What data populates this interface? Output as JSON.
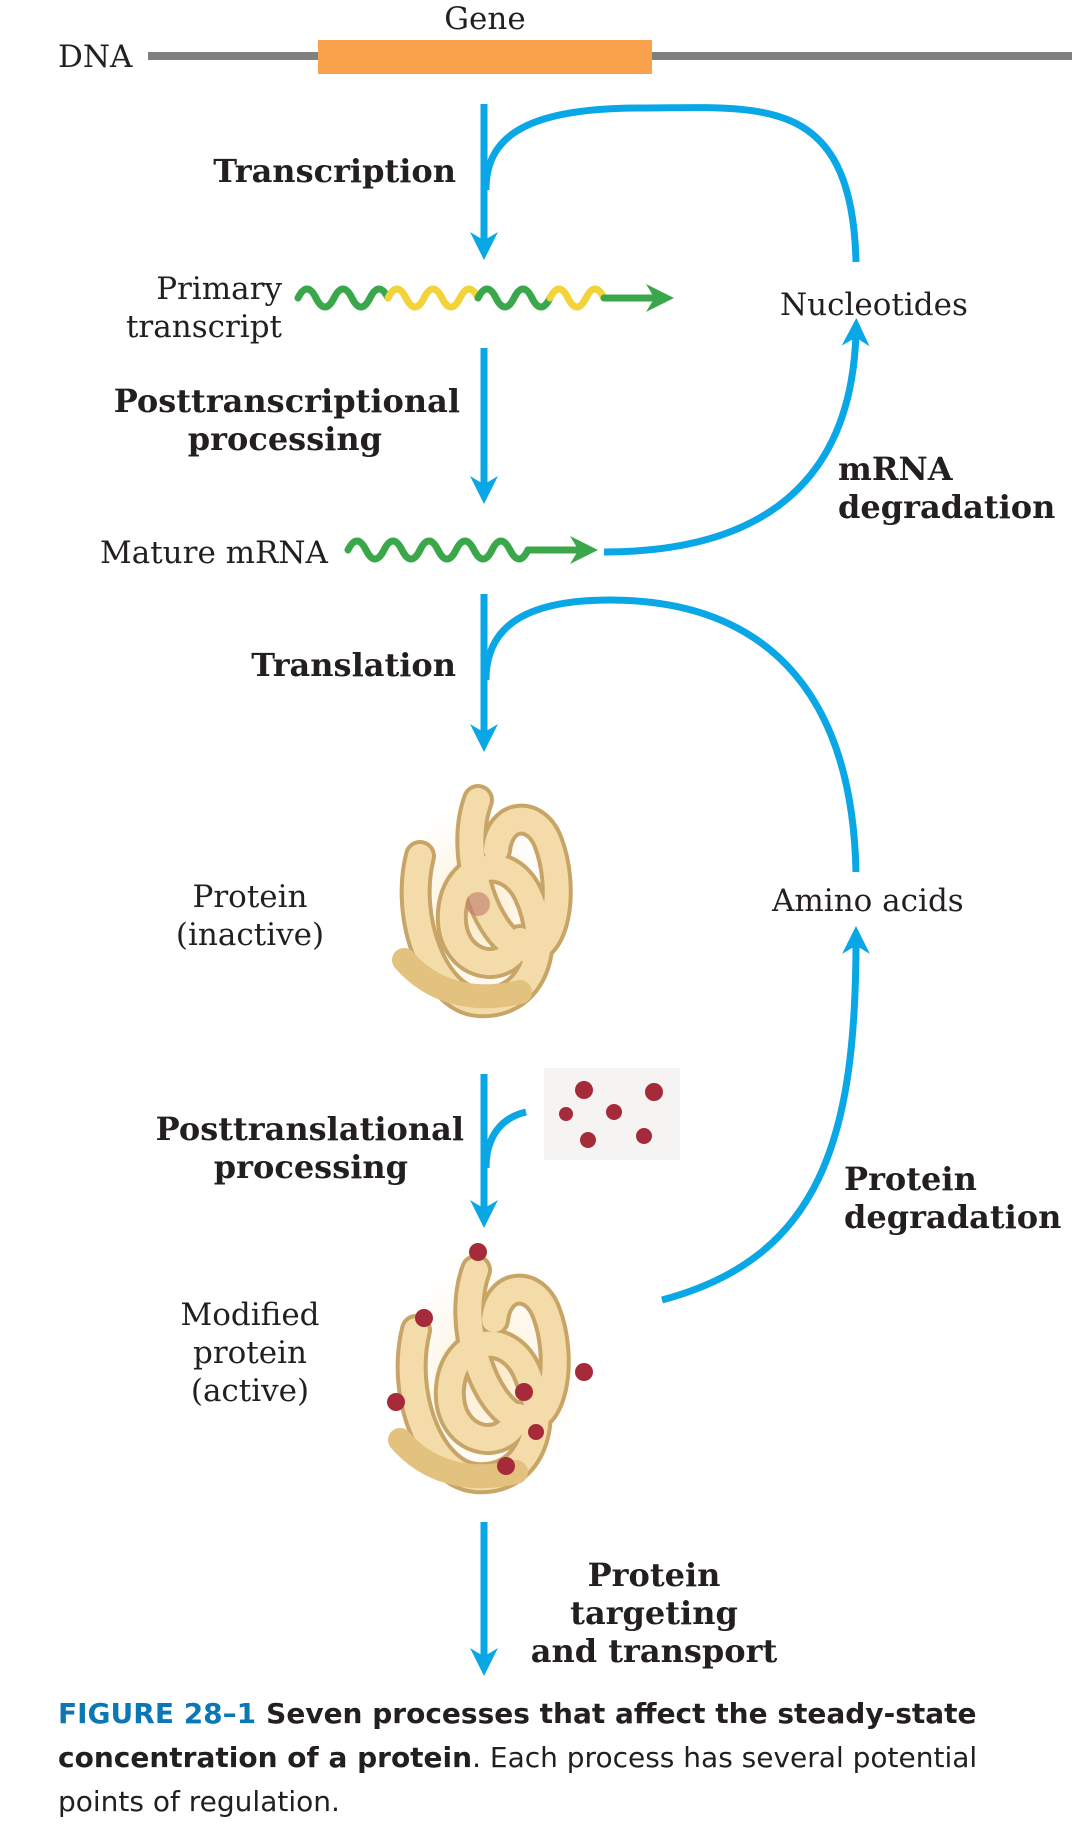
{
  "dna": {
    "strand_label": "DNA",
    "gene_label": "Gene"
  },
  "steps": {
    "transcription": "Transcription",
    "posttranscriptional_line1": "Posttranscriptional",
    "posttranscriptional_line2": "processing",
    "translation": "Translation",
    "posttranslational_line1": "Posttranslational",
    "posttranslational_line2": "processing",
    "targeting_line1": "Protein targeting",
    "targeting_line2": "and transport"
  },
  "molecules": {
    "primary_line1": "Primary",
    "primary_line2": "transcript",
    "mature_mrna": "Mature mRNA",
    "protein_line1": "Protein",
    "protein_line2": "(inactive)",
    "modified_line1": "Modified",
    "modified_line2": "protein",
    "modified_line3": "(active)"
  },
  "degradation": {
    "nucleotides": "Nucleotides",
    "mrna_line1": "mRNA",
    "mrna_line2": "degradation",
    "amino_acids": "Amino acids",
    "protein_line1": "Protein",
    "protein_line2": "degradation"
  },
  "caption": {
    "figure_number": "FIGURE 28–1",
    "title": "Seven processes that affect the steady-state concentration of a protein",
    "body": ". Each process has several potential points of regulation."
  },
  "colors": {
    "arrow_blue": "#0aa7e6",
    "gene_orange": "#f9a24b",
    "dna_gray": "#808080",
    "rna_green": "#3aa84a",
    "rna_yellow": "#f2d33a",
    "protein_tan": "#f0d49a",
    "modification_red": "#a52a3a",
    "caption_blue": "#0b78b5"
  }
}
